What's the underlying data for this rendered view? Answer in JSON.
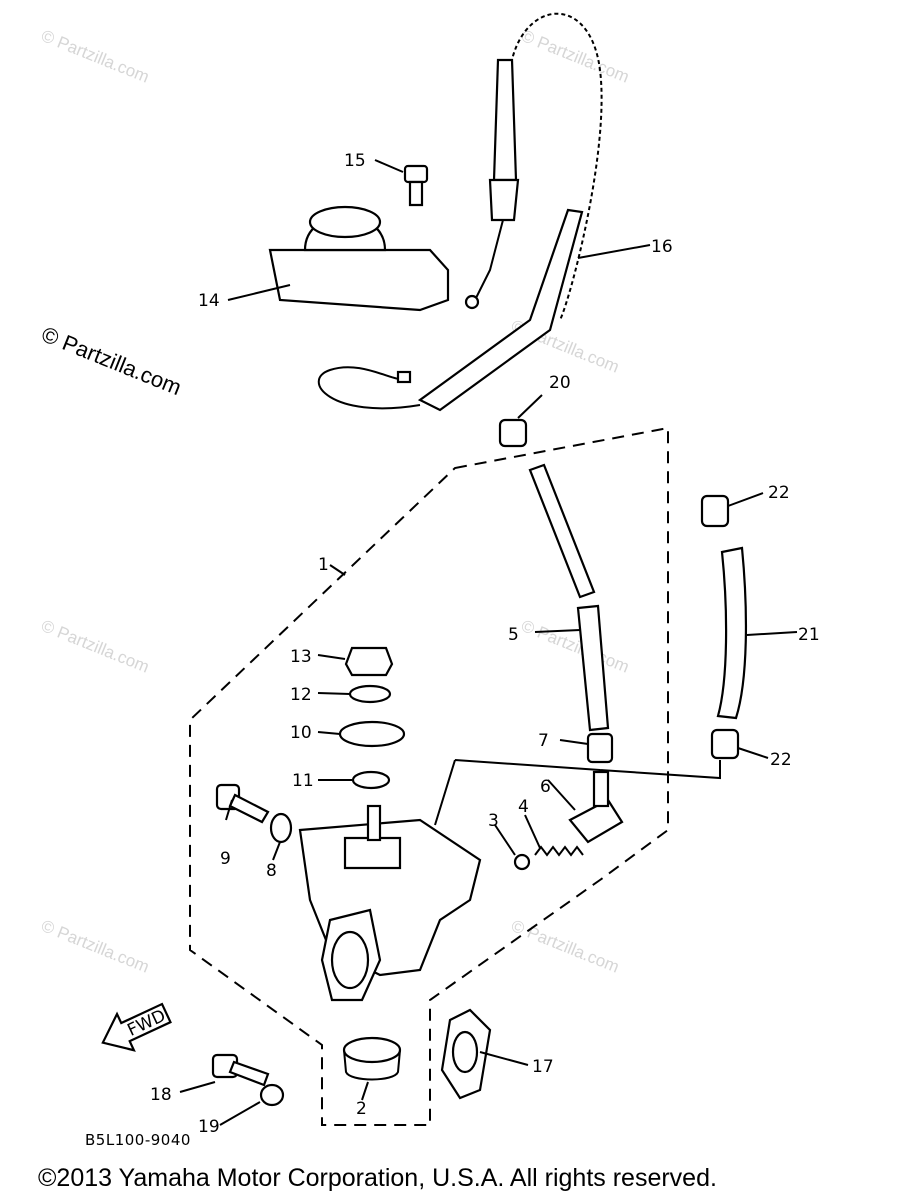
{
  "diagram": {
    "callouts": {
      "p1": "1",
      "p2": "2",
      "p3": "3",
      "p4": "4",
      "p5": "5",
      "p6": "6",
      "p7": "7",
      "p8": "8",
      "p9": "9",
      "p10": "10",
      "p11": "11",
      "p12": "12",
      "p13": "13",
      "p14": "14",
      "p15": "15",
      "p16": "16",
      "p17": "17",
      "p18": "18",
      "p19": "19",
      "p20": "20",
      "p21": "21",
      "p22a": "22",
      "p22b": "22"
    },
    "fwd_label": "FWD",
    "part_code": "B5L100-9040"
  },
  "watermark": {
    "text": "© Partzilla.com"
  },
  "footer": {
    "copyright": "©2013 Yamaha Motor Corporation, U.S.A. All rights reserved."
  }
}
